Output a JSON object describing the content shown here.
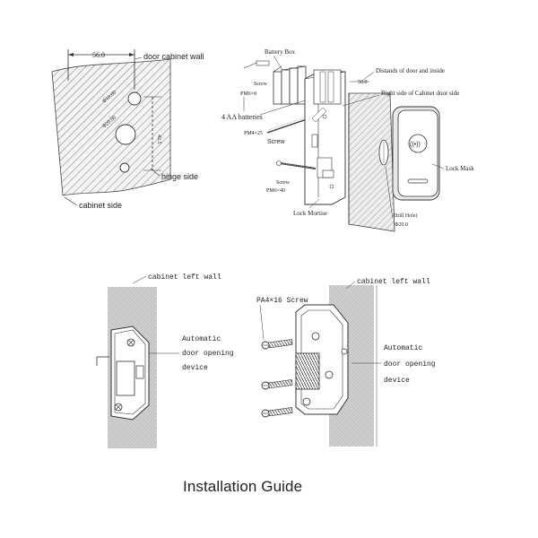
{
  "title": "Installation Guide",
  "diagram_top_left": {
    "dimension": "56.0",
    "door_wall_label": "door cabinet wall",
    "hole_small": "Φ10.00",
    "hole_large": "Φ20.00",
    "vertical_dim": "42.5",
    "hinge_label": "hinge side",
    "cabinet_label": "cabinet side"
  },
  "diagram_top_right": {
    "battery_box": "Battery Box",
    "screw_top": "Screw",
    "pm_top": "PM6×8",
    "batteries": "4 AA batteries",
    "pm_mid": "PM4×25",
    "screw_mid": "Screw",
    "screw_low": "Screw",
    "pm_low": "PM6×40",
    "lock_mortise": "Lock Mortise",
    "dimension": "50.0",
    "distance_label": "Distands of door and inside",
    "right_side_label": "Right side of Cabinet door side",
    "lock_mask": "Lock Mask",
    "drill_hole": "(Drill Hole)",
    "drill_dia": "Φ20.0",
    "rfid": "((•))"
  },
  "diagram_bottom_left": {
    "wall_label": "cabinet left wall",
    "device_label_1": "Automatic",
    "device_label_2": "door opening",
    "device_label_3": "device"
  },
  "diagram_bottom_right": {
    "wall_label": "cabinet left wall",
    "screw_label": "PA4×16 Screw",
    "device_label_1": "Automatic",
    "device_label_2": "door opening",
    "device_label_3": "device"
  }
}
